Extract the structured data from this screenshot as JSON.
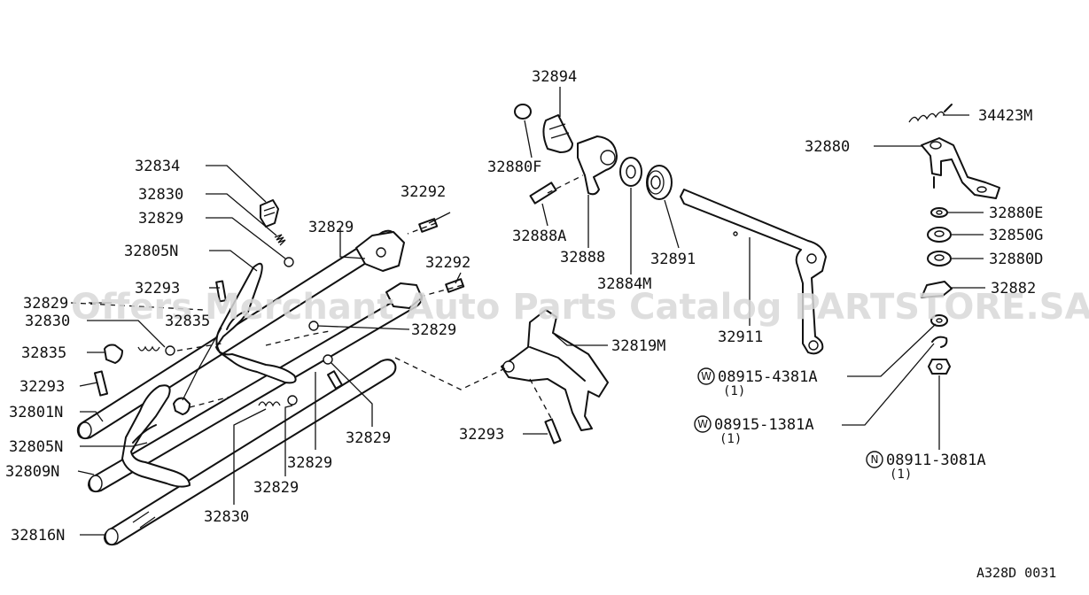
{
  "watermark": "Offers Merchant Auto Parts Catalog PARTSTORE.SA",
  "diagram_ref": "A328D 0031",
  "labels": {
    "p32894": "32894",
    "p32880F": "32880F",
    "p32888A": "32888A",
    "p32888": "32888",
    "p32884M": "32884M",
    "p32891": "32891",
    "p32911": "32911",
    "p34423M": "34423M",
    "p32880": "32880",
    "p32880E": "32880E",
    "p32850G": "32850G",
    "p32880D": "32880D",
    "p32882": "32882",
    "p32819M": "32819M",
    "p32834": "32834",
    "p32830a": "32830",
    "p32829a": "32829",
    "p32805Na": "32805N",
    "p32293a": "32293",
    "p32829b": "32829",
    "p32830b": "32830",
    "p32835a": "32835",
    "p32835b": "32835",
    "p32293b": "32293",
    "p32801N": "32801N",
    "p32805Nb": "32805N",
    "p32809N": "32809N",
    "p32816N": "32816N",
    "p32829c": "32829",
    "p32292a": "32292",
    "p32292b": "32292",
    "p32829d": "32829",
    "p32829e": "32829",
    "p32829f": "32829",
    "p32829g": "32829",
    "p32830c": "32830",
    "p32293c": "32293"
  },
  "fasteners": [
    {
      "prefix": "W",
      "number": "08915-4381A",
      "qty": "(1)"
    },
    {
      "prefix": "W",
      "number": "08915-1381A",
      "qty": "(1)"
    },
    {
      "prefix": "N",
      "number": "08911-3081A",
      "qty": "(1)"
    }
  ]
}
